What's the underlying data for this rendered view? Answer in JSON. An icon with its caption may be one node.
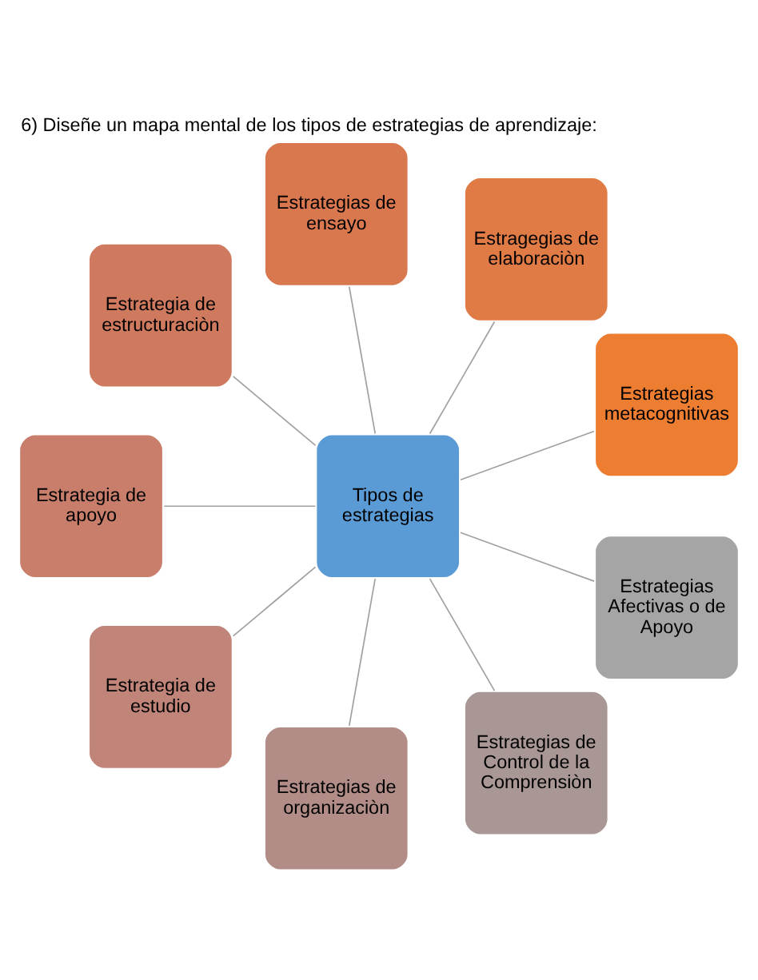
{
  "diagram": {
    "title": "6) Diseñe un mapa mental de los tipos de estrategias de aprendizaje:",
    "nodes": [
      {
        "text": [
          "Tipos de estrategias"
        ]
      },
      {
        "text": [
          "Estrategias metacognitivas"
        ]
      },
      {
        "text": [
          "Estragegias de elaboraciòn"
        ]
      },
      {
        "text": [
          "Estrategias de ensayo"
        ]
      },
      {
        "text": [
          "Estrategia de estructuraciòn"
        ]
      },
      {
        "text": [
          "Estrategia de apoyo"
        ]
      },
      {
        "text": [
          "Estrategia de estudio"
        ]
      },
      {
        "text": [
          "Estrategias de organizaciòn"
        ]
      },
      {
        "text": [
          "Estrategias de Control de la Comprensiòn"
        ]
      },
      {
        "text": [
          "Estrategias Afectivas o de Apoyo"
        ]
      }
    ],
    "edges": [
      {
        "from": 0,
        "to": 1,
        "arrow": "none"
      },
      {
        "from": 0,
        "to": 2,
        "arrow": "none"
      },
      {
        "from": 0,
        "to": 3,
        "arrow": "none"
      },
      {
        "from": 0,
        "to": 4,
        "arrow": "none"
      },
      {
        "from": 0,
        "to": 5,
        "arrow": "none"
      },
      {
        "from": 0,
        "to": 6,
        "arrow": "none"
      },
      {
        "from": 0,
        "to": 7,
        "arrow": "none"
      },
      {
        "from": 0,
        "to": 8,
        "arrow": "none"
      },
      {
        "from": 0,
        "to": 9,
        "arrow": "none"
      }
    ]
  }
}
